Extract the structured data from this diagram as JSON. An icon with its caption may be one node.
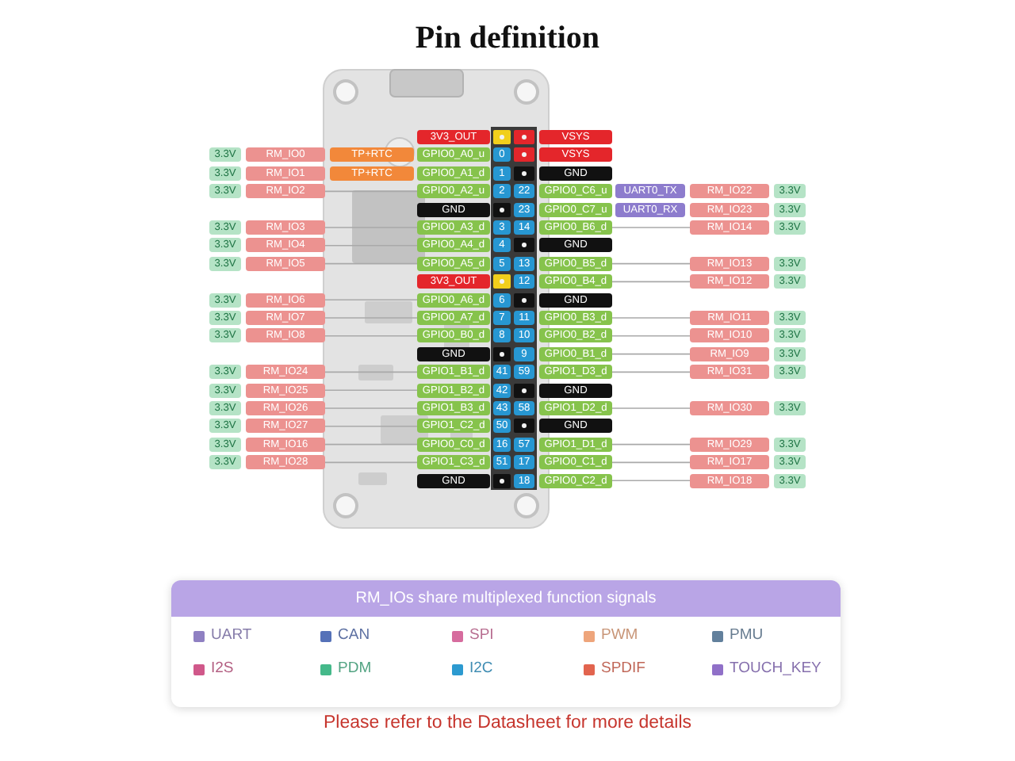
{
  "diagram": {
    "title": "Pin definition",
    "nodes": [
      {
        "text": [
          "3V3_OUT"
        ]
      },
      {
        "text": [],
        "shape": "box"
      },
      {
        "text": [],
        "shape": "box"
      },
      {
        "text": [
          "VSYS"
        ]
      },
      {
        "text": [
          "3.3V"
        ]
      },
      {
        "text": [
          "RM_IO0"
        ]
      },
      {
        "text": [
          "TP+RTC"
        ]
      },
      {
        "text": [
          "GPIO0_A0_u"
        ]
      },
      {
        "text": [
          "0"
        ]
      },
      {
        "text": [],
        "shape": "box"
      },
      {
        "text": [
          "VSYS"
        ]
      },
      {
        "text": [
          "3.3V"
        ]
      },
      {
        "text": [
          "RM_IO1"
        ]
      },
      {
        "text": [
          "TP+RTC"
        ]
      },
      {
        "text": [
          "GPIO0_A1_d"
        ]
      },
      {
        "text": [
          "1"
        ]
      },
      {
        "text": [],
        "shape": "box"
      },
      {
        "text": [
          "GND"
        ]
      },
      {
        "text": [
          "3.3V"
        ]
      },
      {
        "text": [
          "RM_IO2"
        ]
      },
      {
        "text": [
          "GPIO0_A2_u"
        ]
      },
      {
        "text": [
          "2"
        ]
      },
      {
        "text": [
          "22"
        ]
      },
      {
        "text": [
          "GPIO0_C6_u"
        ]
      },
      {
        "text": [
          "UART0_TX"
        ]
      },
      {
        "text": [
          "RM_IO22"
        ]
      },
      {
        "text": [
          "3.3V"
        ]
      },
      {
        "text": [
          "GND"
        ]
      },
      {
        "text": [],
        "shape": "box"
      },
      {
        "text": [
          "23"
        ]
      },
      {
        "text": [
          "GPIO0_C7_u"
        ]
      },
      {
        "text": [
          "UART0_RX"
        ]
      },
      {
        "text": [
          "RM_IO23"
        ]
      },
      {
        "text": [
          "3.3V"
        ]
      },
      {
        "text": [
          "3.3V"
        ]
      },
      {
        "text": [
          "RM_IO3"
        ]
      },
      {
        "text": [
          "GPIO0_A3_d"
        ]
      },
      {
        "text": [
          "3"
        ]
      },
      {
        "text": [
          "14"
        ]
      },
      {
        "text": [
          "GPIO0_B6_d"
        ]
      },
      {
        "text": [
          "RM_IO14"
        ]
      },
      {
        "text": [
          "3.3V"
        ]
      },
      {
        "text": [
          "3.3V"
        ]
      },
      {
        "text": [
          "RM_IO4"
        ]
      },
      {
        "text": [
          "GPIO0_A4_d"
        ]
      },
      {
        "text": [
          "4"
        ]
      },
      {
        "text": [],
        "shape": "box"
      },
      {
        "text": [
          "GND"
        ]
      },
      {
        "text": [
          "3.3V"
        ]
      },
      {
        "text": [
          "RM_IO5"
        ]
      },
      {
        "text": [
          "GPIO0_A5_d"
        ]
      },
      {
        "text": [
          "5"
        ]
      },
      {
        "text": [
          "13"
        ]
      },
      {
        "text": [
          "GPIO0_B5_d"
        ]
      },
      {
        "text": [
          "RM_IO13"
        ]
      },
      {
        "text": [
          "3.3V"
        ]
      },
      {
        "text": [
          "3V3_OUT"
        ]
      },
      {
        "text": [],
        "shape": "box"
      },
      {
        "text": [
          "12"
        ]
      },
      {
        "text": [
          "GPIO0_B4_d"
        ]
      },
      {
        "text": [
          "RM_IO12"
        ]
      },
      {
        "text": [
          "3.3V"
        ]
      },
      {
        "text": [
          "3.3V"
        ]
      },
      {
        "text": [
          "RM_IO6"
        ]
      },
      {
        "text": [
          "GPIO0_A6_d"
        ]
      },
      {
        "text": [
          "6"
        ]
      },
      {
        "text": [],
        "shape": "box"
      },
      {
        "text": [
          "GND"
        ]
      },
      {
        "text": [
          "3.3V"
        ]
      },
      {
        "text": [
          "RM_IO7"
        ]
      },
      {
        "text": [
          "GPIO0_A7_d"
        ]
      },
      {
        "text": [
          "7"
        ]
      },
      {
        "text": [
          "11"
        ]
      },
      {
        "text": [
          "GPIO0_B3_d"
        ]
      },
      {
        "text": [
          "RM_IO11"
        ]
      },
      {
        "text": [
          "3.3V"
        ]
      },
      {
        "text": [
          "3.3V"
        ]
      },
      {
        "text": [
          "RM_IO8"
        ]
      },
      {
        "text": [
          "GPIO0_B0_d"
        ]
      },
      {
        "text": [
          "8"
        ]
      },
      {
        "text": [
          "10"
        ]
      },
      {
        "text": [
          "GPIO0_B2_d"
        ]
      },
      {
        "text": [
          "RM_IO10"
        ]
      },
      {
        "text": [
          "3.3V"
        ]
      },
      {
        "text": [
          "GND"
        ]
      },
      {
        "text": [],
        "shape": "box"
      },
      {
        "text": [
          "9"
        ]
      },
      {
        "text": [
          "GPIO0_B1_d"
        ]
      },
      {
        "text": [
          "RM_IO9"
        ]
      },
      {
        "text": [
          "3.3V"
        ]
      },
      {
        "text": [
          "3.3V"
        ]
      },
      {
        "text": [
          "RM_IO24"
        ]
      },
      {
        "text": [
          "GPIO1_B1_d"
        ]
      },
      {
        "text": [
          "41"
        ]
      },
      {
        "text": [
          "59"
        ]
      },
      {
        "text": [
          "GPIO1_D3_d"
        ]
      },
      {
        "text": [
          "RM_IO31"
        ]
      },
      {
        "text": [
          "3.3V"
        ]
      },
      {
        "text": [
          "3.3V"
        ]
      },
      {
        "text": [
          "RM_IO25"
        ]
      },
      {
        "text": [
          "GPIO1_B2_d"
        ]
      },
      {
        "text": [
          "42"
        ]
      },
      {
        "text": [],
        "shape": "box"
      },
      {
        "text": [
          "GND"
        ]
      },
      {
        "text": [
          "3.3V"
        ]
      },
      {
        "text": [
          "RM_IO26"
        ]
      },
      {
        "text": [
          "GPIO1_B3_d"
        ]
      },
      {
        "text": [
          "43"
        ]
      },
      {
        "text": [
          "58"
        ]
      },
      {
        "text": [
          "GPIO1_D2_d"
        ]
      },
      {
        "text": [
          "RM_IO30"
        ]
      },
      {
        "text": [
          "3.3V"
        ]
      },
      {
        "text": [
          "3.3V"
        ]
      },
      {
        "text": [
          "RM_IO27"
        ]
      },
      {
        "text": [
          "GPIO1_C2_d"
        ]
      },
      {
        "text": [
          "50"
        ]
      },
      {
        "text": [],
        "shape": "box"
      },
      {
        "text": [
          "GND"
        ]
      },
      {
        "text": [
          "3.3V"
        ]
      },
      {
        "text": [
          "RM_IO16"
        ]
      },
      {
        "text": [
          "GPIO0_C0_d"
        ]
      },
      {
        "text": [
          "16"
        ]
      },
      {
        "text": [
          "57"
        ]
      },
      {
        "text": [
          "GPIO1_D1_d"
        ]
      },
      {
        "text": [
          "RM_IO29"
        ]
      },
      {
        "text": [
          "3.3V"
        ]
      },
      {
        "text": [
          "3.3V"
        ]
      },
      {
        "text": [
          "RM_IO28"
        ]
      },
      {
        "text": [
          "GPIO1_C3_d"
        ]
      },
      {
        "text": [
          "51"
        ]
      },
      {
        "text": [
          "17"
        ]
      },
      {
        "text": [
          "GPIO0_C1_d"
        ]
      },
      {
        "text": [
          "RM_IO17"
        ]
      },
      {
        "text": [
          "3.3V"
        ]
      },
      {
        "text": [
          "GND"
        ]
      },
      {
        "text": [],
        "shape": "box"
      },
      {
        "text": [
          "18"
        ]
      },
      {
        "text": [
          "GPIO0_C2_d"
        ]
      },
      {
        "text": [
          "RM_IO18"
        ]
      },
      {
        "text": [
          "3.3V"
        ]
      }
    ],
    "edges": [
      {
        "from": 19,
        "to": 20,
        "arrow": "none"
      },
      {
        "from": 35,
        "to": 36,
        "arrow": "none"
      },
      {
        "from": 39,
        "to": 40,
        "arrow": "none"
      },
      {
        "from": 43,
        "to": 44,
        "arrow": "none"
      },
      {
        "from": 49,
        "to": 50,
        "arrow": "none"
      },
      {
        "from": 53,
        "to": 54,
        "arrow": "none"
      },
      {
        "from": 59,
        "to": 60,
        "arrow": "none"
      },
      {
        "from": 63,
        "to": 64,
        "arrow": "none"
      },
      {
        "from": 69,
        "to": 70,
        "arrow": "none"
      },
      {
        "from": 73,
        "to": 74,
        "arrow": "none"
      },
      {
        "from": 77,
        "to": 78,
        "arrow": "none"
      },
      {
        "from": 81,
        "to": 82,
        "arrow": "none"
      },
      {
        "from": 87,
        "to": 88,
        "arrow": "none"
      },
      {
        "from": 91,
        "to": 92,
        "arrow": "none"
      },
      {
        "from": 95,
        "to": 96,
        "arrow": "none"
      },
      {
        "from": 99,
        "to": 100,
        "arrow": "none"
      },
      {
        "from": 105,
        "to": 106,
        "arrow": "none"
      },
      {
        "from": 109,
        "to": 110,
        "arrow": "none"
      },
      {
        "from": 113,
        "to": 114,
        "arrow": "none"
      },
      {
        "from": 119,
        "to": 120,
        "arrow": "none"
      },
      {
        "from": 123,
        "to": 124,
        "arrow": "none"
      },
      {
        "from": 127,
        "to": 128,
        "arrow": "none"
      },
      {
        "from": 131,
        "to": 132,
        "arrow": "none"
      },
      {
        "from": 137,
        "to": 138,
        "arrow": "none"
      }
    ],
    "labels": [
      "RM_IOs share multiplexed function signals",
      "Please refer to the Datasheet for more details"
    ],
    "legend": [
      {
        "text": "UART",
        "color": "#8f80c2"
      },
      {
        "text": "CAN",
        "color": "#5571b8"
      },
      {
        "text": "SPI",
        "color": "#d66c9e"
      },
      {
        "text": "PWM",
        "color": "#eea57b"
      },
      {
        "text": "PMU",
        "color": "#62809c"
      },
      {
        "text": "I2S",
        "color": "#d0588a"
      },
      {
        "text": "PDM",
        "color": "#45b98a"
      },
      {
        "text": "I2C",
        "color": "#2c9ad0"
      },
      {
        "text": "SPDIF",
        "color": "#e2644e"
      },
      {
        "text": "TOUCH_KEY",
        "color": "#9070c8"
      }
    ]
  }
}
